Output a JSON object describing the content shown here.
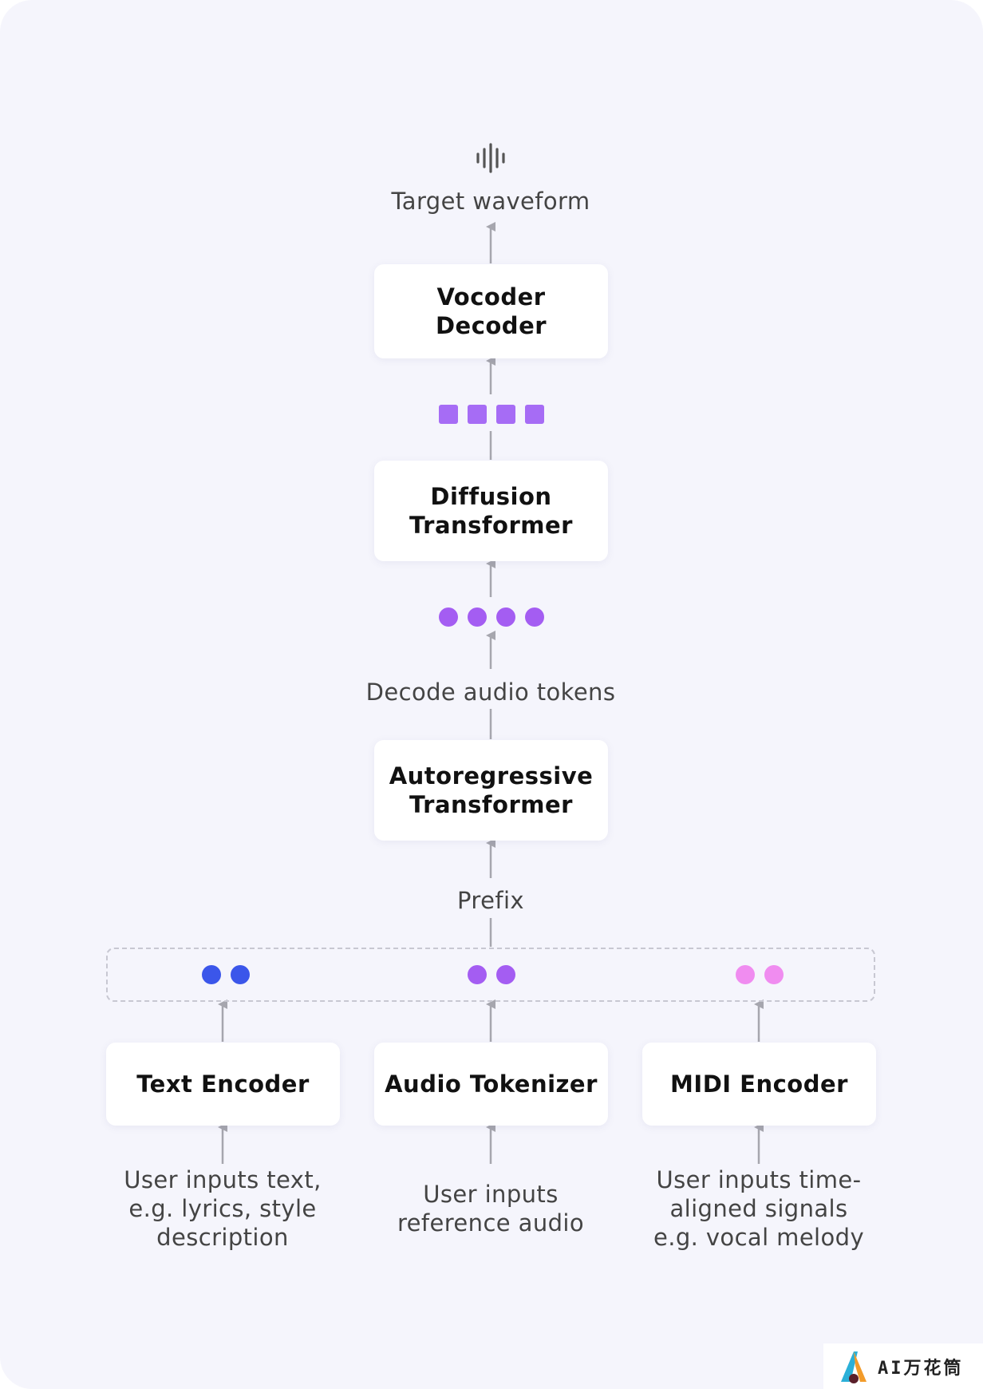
{
  "output": {
    "label": "Target waveform",
    "icon": "waveform-icon"
  },
  "boxes": {
    "vocoder": "Vocoder\nDecoder",
    "diffusion": "Diffusion\nTransformer",
    "autoregressive": "Autoregressive\nTransformer",
    "text_encoder": "Text Encoder",
    "audio_tokenizer": "Audio Tokenizer",
    "midi_encoder": "MIDI Encoder"
  },
  "labels": {
    "decode_audio_tokens": "Decode audio tokens",
    "prefix": "Prefix"
  },
  "inputs": {
    "text": "User inputs text,\ne.g. lyrics, style\ndescription",
    "audio": "User inputs\nreference audio",
    "midi": "User inputs time-\naligned signals\ne.g. vocal melody"
  },
  "colors": {
    "background": "#f5f5fc",
    "latent_squares": "#a66cf5",
    "audio_tokens": "#a45df2",
    "text_tokens": "#3b56ea",
    "audio_ref_tokens": "#a45df2",
    "midi_tokens": "#f08cf0",
    "arrow": "#a6a6ae"
  },
  "watermark": {
    "text": "AI万花筒"
  }
}
